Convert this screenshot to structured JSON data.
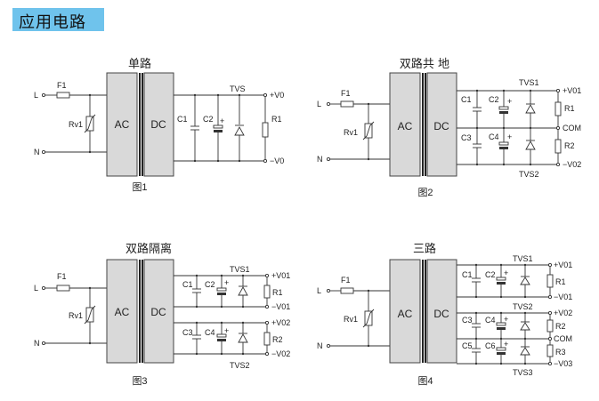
{
  "header": {
    "title": "应用电路"
  },
  "diagrams": [
    {
      "title": "单路",
      "caption": "图1",
      "input_l": "L",
      "input_n": "N",
      "fuse": "F1",
      "varistor": "Rv1",
      "block_ac": "AC",
      "block_dc": "DC",
      "c1": "C1",
      "c2": "C2",
      "tvs": "TVS",
      "r": "R1",
      "out_pos": "+V0",
      "out_neg": "−V0"
    },
    {
      "title": "双路共 地",
      "caption": "图2",
      "input_l": "L",
      "input_n": "N",
      "fuse": "F1",
      "varistor": "Rv1",
      "block_ac": "AC",
      "block_dc": "DC",
      "c1": "C1",
      "c2": "C2",
      "c3": "C3",
      "c4": "C4",
      "tvs1": "TVS1",
      "tvs2": "TVS2",
      "r1": "R1",
      "r2": "R2",
      "out1": "+V01",
      "com": "COM",
      "out2": "−V02"
    },
    {
      "title": "双路隔离",
      "caption": "图3",
      "input_l": "L",
      "input_n": "N",
      "fuse": "F1",
      "varistor": "Rv1",
      "block_ac": "AC",
      "block_dc": "DC",
      "c1": "C1",
      "c2": "C2",
      "c3": "C3",
      "c4": "C4",
      "tvs1": "TVS1",
      "tvs2": "TVS2",
      "r1": "R1",
      "r2": "R2",
      "out1p": "+V01",
      "out1n": "−V01",
      "out2p": "+V02",
      "out2n": "−V02"
    },
    {
      "title": "三路",
      "caption": "图4",
      "input_l": "L",
      "input_n": "N",
      "fuse": "F1",
      "varistor": "Rv1",
      "block_ac": "AC",
      "block_dc": "DC",
      "c1": "C1",
      "c2": "C2",
      "c3": "C3",
      "c4": "C4",
      "c5": "C5",
      "c6": "C6",
      "tvs1": "TVS1",
      "tvs2": "TVS2",
      "tvs3": "TVS3",
      "r1": "R1",
      "r2": "R2",
      "r3": "R3",
      "out1p": "+V01",
      "out1n": "−V01",
      "out2p": "+V02",
      "com": "COM",
      "out3n": "−V03"
    }
  ]
}
